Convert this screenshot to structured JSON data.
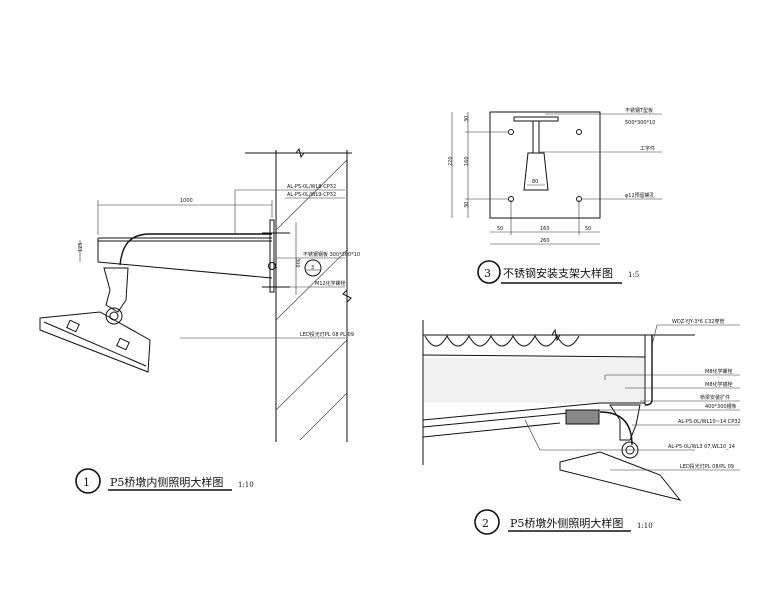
{
  "detail1": {
    "number": "1",
    "title": "P5桥墩内侧照明大样图",
    "scale": "1:10",
    "dim_length": "1000",
    "dim_height": "125",
    "dim_plate": "300",
    "callout": "3",
    "labels": [
      "AL-P5-0L/WL8-CP32",
      "AL-P5-0L/WL9-CP32",
      "不锈钢钢板 300*300*10",
      "M12化学螺栓",
      "LED投光灯PL 08 PL 09"
    ]
  },
  "detail2": {
    "number": "2",
    "title": "P5桥墩外侧照明大样图",
    "scale": "1:10",
    "labels": [
      "WDZ-YJY-3*6 C32穿管",
      "M8化学螺栓",
      "M8化学锚栓",
      "桥梁安装扩件",
      "400*300槽条",
      "AL-P5-0L/WL10~14 CP32",
      "AL-P5-0L/WL3 07,WL10_14",
      "LED投光灯PL 08/PL 09"
    ]
  },
  "detail3": {
    "number": "3",
    "title": "不锈钢安装支架大样图",
    "scale": "1:5",
    "labels": [
      "不锈钢T型板",
      "500*300*10",
      "工字件",
      "φ12预留螺孔"
    ],
    "dims_v": [
      "30",
      "160",
      "30",
      "220"
    ],
    "dims_h": [
      "50",
      "160",
      "50",
      "260"
    ],
    "dim_inner": "80"
  }
}
